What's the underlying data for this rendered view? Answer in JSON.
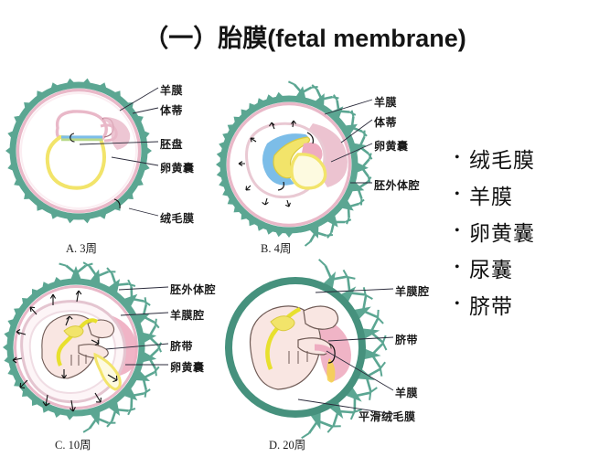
{
  "title": {
    "cn": "（一）胎膜",
    "en": "(fetal membrane)"
  },
  "colors": {
    "chorion_green": "#5ba692",
    "chorion_green_dark": "#3f8d79",
    "amnion_pink": "#e9b8c8",
    "pale_pink": "#f6e3e9",
    "yolk_yellow": "#f2e46a",
    "yolk_pale": "#fbf6c9",
    "amniotic_blue": "#7cbde8",
    "fetus_flesh": "#f7e2dc",
    "cord_yellow": "#e8e02e",
    "placenta_pink": "#eeacc0",
    "leader_line": "#2a2a3a",
    "text": "#1a1a1a"
  },
  "figures": [
    {
      "id": "A",
      "caption": "A. 3周",
      "labels": [
        {
          "name": "amnion",
          "text": "羊膜"
        },
        {
          "name": "body-stalk",
          "text": "体蒂"
        },
        {
          "name": "embryonic-disc",
          "text": "胚盘"
        },
        {
          "name": "yolk-sac",
          "text": "卵黄囊"
        },
        {
          "name": "chorion",
          "text": "绒毛膜"
        }
      ]
    },
    {
      "id": "B",
      "caption": "B. 4周",
      "labels": [
        {
          "name": "amnion",
          "text": "羊膜"
        },
        {
          "name": "body-stalk",
          "text": "体蒂"
        },
        {
          "name": "yolk-sac",
          "text": "卵黄囊"
        },
        {
          "name": "extraembryonic-coelom",
          "text": "胚外体腔"
        }
      ]
    },
    {
      "id": "C",
      "caption": "C. 10周",
      "labels": [
        {
          "name": "extraembryonic-coelom",
          "text": "胚外体腔"
        },
        {
          "name": "amniotic-cavity",
          "text": "羊膜腔"
        },
        {
          "name": "umbilical-cord",
          "text": "脐带"
        },
        {
          "name": "yolk-sac",
          "text": "卵黄囊"
        }
      ]
    },
    {
      "id": "D",
      "caption": "D. 20周",
      "labels": [
        {
          "name": "amniotic-cavity",
          "text": "羊膜腔"
        },
        {
          "name": "umbilical-cord",
          "text": "脐带"
        },
        {
          "name": "amnion",
          "text": "羊膜"
        },
        {
          "name": "smooth-chorion",
          "text": "平滑绒毛膜"
        }
      ]
    }
  ],
  "bullets": [
    {
      "name": "chorion",
      "text": "绒毛膜"
    },
    {
      "name": "amnion",
      "text": "羊膜"
    },
    {
      "name": "yolk-sac",
      "text": "卵黄囊"
    },
    {
      "name": "allantois",
      "text": "尿囊"
    },
    {
      "name": "umbilical-cord",
      "text": "脐带"
    }
  ]
}
